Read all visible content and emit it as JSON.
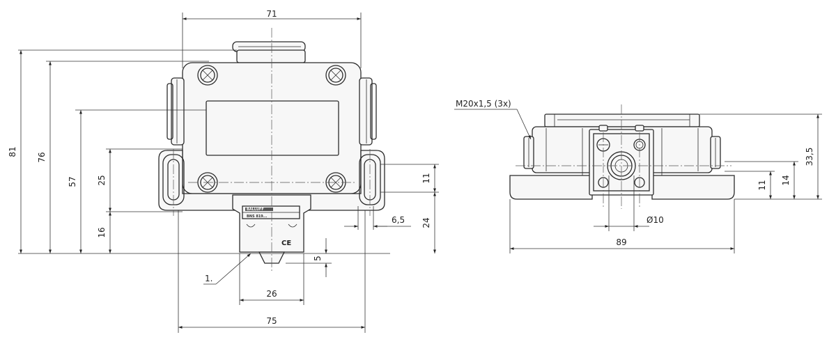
{
  "front_view": {
    "dimensions": {
      "width_top": "71",
      "width_bottom": "75",
      "width_head": "26",
      "height_total": "81",
      "height_76": "76",
      "height_57": "57",
      "height_25": "25",
      "height_16": "16",
      "height_11": "11",
      "height_24": "24",
      "slot_6_5": "6,5",
      "tip_5": "5"
    },
    "label_brand": "BALLUFF",
    "label_model": "BNS 819...",
    "label_ce": "CE",
    "callout": "1."
  },
  "side_view": {
    "thread_label": "M20x1,5 (3x)",
    "dimensions": {
      "height_33_5": "33,5",
      "height_14": "14",
      "height_11": "11",
      "diameter": "Ø10",
      "width_89": "89"
    }
  }
}
